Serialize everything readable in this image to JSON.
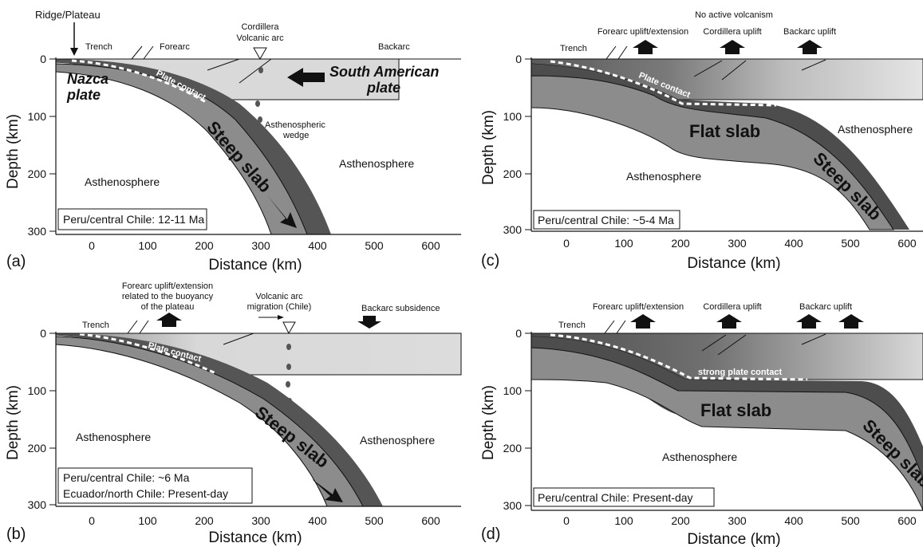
{
  "panels": {
    "a": {
      "letter": "(a)",
      "ylabel": "Depth (km)",
      "xlabel": "Distance (km)",
      "yticks": [
        "0",
        "100",
        "200",
        "300"
      ],
      "xticks": [
        "0",
        "100",
        "200",
        "300",
        "400",
        "500",
        "600"
      ],
      "caption": [
        "Peru/central Chile: 12-11 Ma"
      ],
      "labels": {
        "ridge": "Ridge/Plateau",
        "trench": "Trench",
        "forearc": "Forearc",
        "arc_line1": "Cordillera",
        "arc_line2": "Volcanic arc",
        "backarc": "Backarc",
        "nazca_line1": "Nazca",
        "nazca_line2": "plate",
        "sa_line1": "South American",
        "sa_line2": "plate",
        "plate_contact": "Plate contact",
        "wedge_line1": "Asthenospheric",
        "wedge_line2": "wedge",
        "asth_left": "Asthenosphere",
        "asth_right": "Asthenosphere",
        "slab": "Steep slab"
      }
    },
    "b": {
      "letter": "(b)",
      "ylabel": "Depth (km)",
      "xlabel": "Distance (km)",
      "yticks": [
        "0",
        "100",
        "200",
        "300"
      ],
      "xticks": [
        "0",
        "100",
        "200",
        "300",
        "400",
        "500",
        "600"
      ],
      "caption": [
        "Peru/central Chile: ~6 Ma",
        "Ecuador/north Chile: Present-day"
      ],
      "labels": {
        "forearc_line1": "Forearc uplift/extension",
        "forearc_line2": "related to the buoyancy",
        "forearc_line3": "of the plateau",
        "arc_line1": "Volcanic arc",
        "arc_line2": "migration (Chile)",
        "backarc": "Backarc subsidence",
        "trench": "Trench",
        "plate_contact": "Plate contact",
        "asth_left": "Asthenosphere",
        "asth_right": "Asthenosphere",
        "slab": "Steep slab"
      }
    },
    "c": {
      "letter": "(c)",
      "ylabel": "Depth (km)",
      "xlabel": "Distance (km)",
      "yticks": [
        "0",
        "100",
        "200",
        "300"
      ],
      "xticks": [
        "0",
        "100",
        "200",
        "300",
        "400",
        "500",
        "600"
      ],
      "caption": [
        "Peru/central Chile: ~5-4 Ma"
      ],
      "labels": {
        "no_volcanism": "No active volcanism",
        "forearc": "Forearc uplift/extension",
        "cordillera": "Cordillera uplift",
        "backarc": "Backarc uplift",
        "trench": "Trench",
        "plate_contact": "Plate contact",
        "flat_slab": "Flat slab",
        "asth_left": "Asthenosphere",
        "asth_right": "Asthenosphere",
        "slab": "Steep slab"
      }
    },
    "d": {
      "letter": "(d)",
      "ylabel": "Depth (km)",
      "xlabel": "Distance (km)",
      "yticks": [
        "0",
        "100",
        "200",
        "300"
      ],
      "xticks": [
        "0",
        "100",
        "200",
        "300",
        "400",
        "500",
        "600"
      ],
      "caption": [
        "Peru/central Chile: Present-day"
      ],
      "labels": {
        "forearc": "Forearc uplift/extension",
        "cordillera": "Cordillera uplift",
        "backarc": "Backarc uplift",
        "trench": "Trench",
        "plate_contact": "strong plate contact",
        "flat_slab": "Flat slab",
        "asth": "Asthenosphere",
        "slab": "Steep slab"
      }
    }
  },
  "colors": {
    "slab_top": "#4a4a4a",
    "slab_body": "#8c8c8c",
    "overriding_plate": "#d9d9d9",
    "lithosphere_dark": "#5a5a5a",
    "contact": "#ffffff",
    "ink": "#111111"
  }
}
